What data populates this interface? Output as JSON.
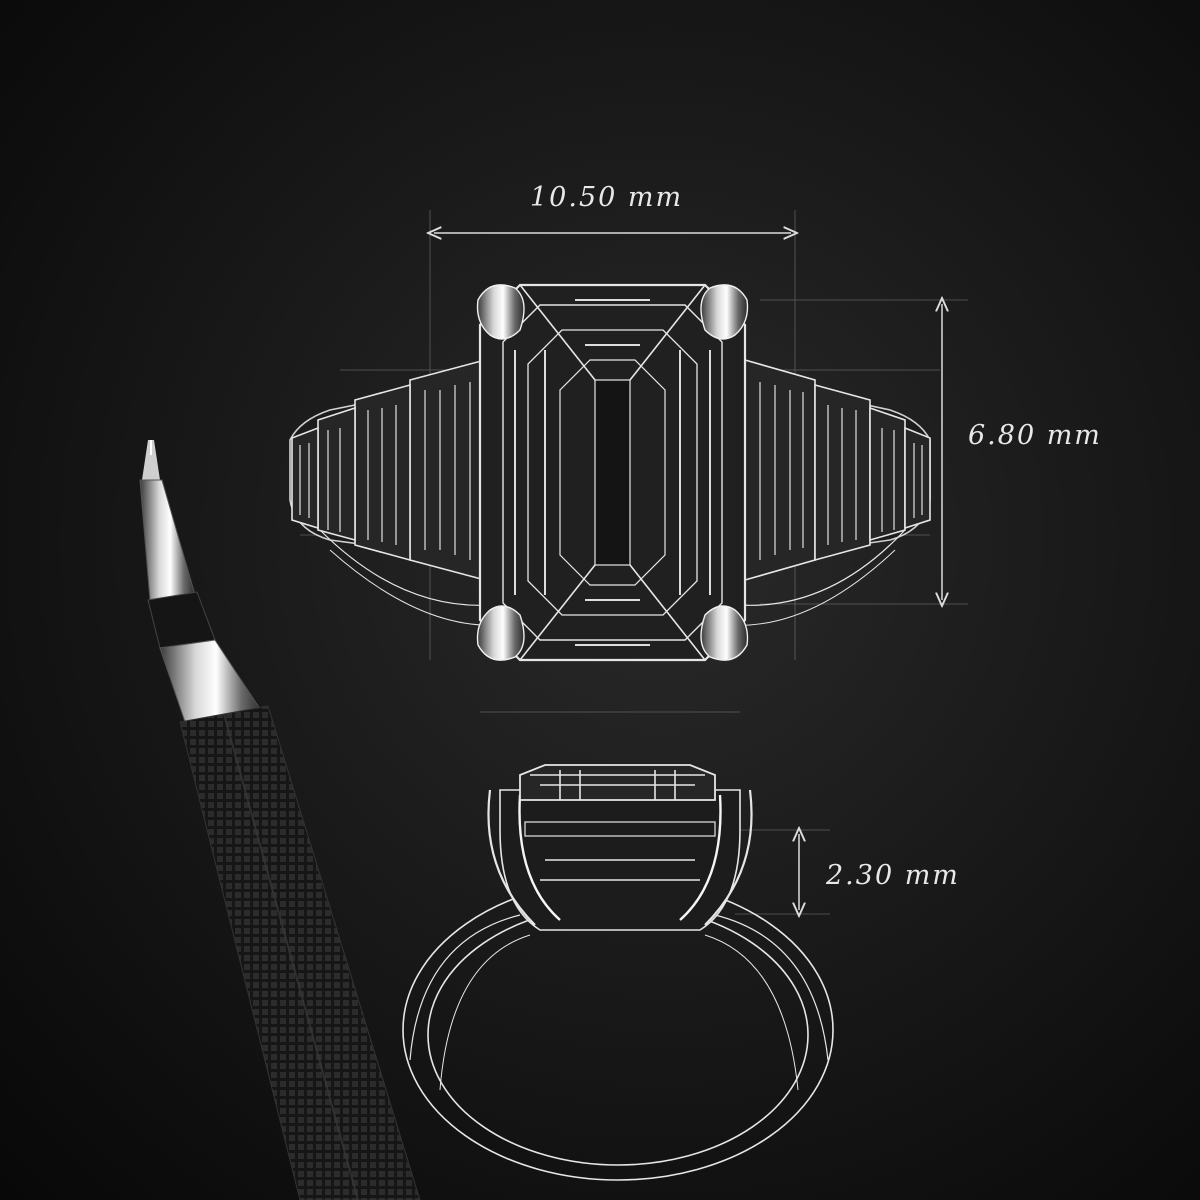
{
  "dimensions": {
    "width": "10.50 mm",
    "length": "6.80 mm",
    "depth": "2.30 mm"
  },
  "colors": {
    "background": "#141414",
    "sketch_line": "#e6e6e6",
    "pencil_body": "#1c1c1c"
  },
  "icons": {
    "pencil": "mechanical-pencil-icon",
    "ring_top": "emerald-cut-ring-top-view",
    "ring_side": "ring-side-view"
  }
}
